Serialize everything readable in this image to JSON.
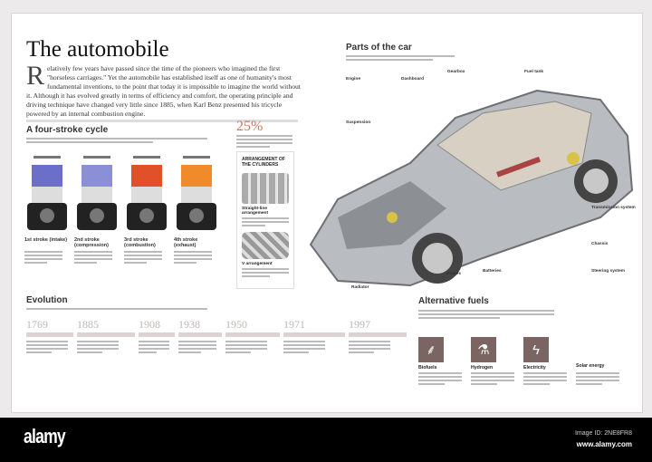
{
  "title": "The automobile",
  "intro": {
    "drop_cap": "R",
    "text": "elatively few years have passed since the time of the pioneers who imagined the first \"horseless carriages.\" Yet the automobile has established itself as one of humanity's most fundamental inventions, to the point that today it is impossible to imagine the world without it. Although it has evolved greatly in terms of efficiency and comfort, the operating principle and driving technique have changed very little since 1885, when Karl Benz presented his tricycle powered by an internal combustion engine."
  },
  "four_stroke": {
    "heading": "A four-stroke cycle",
    "strokes": [
      {
        "label": "1st stroke (intake)",
        "chamber_color": "#6b6fc9"
      },
      {
        "label": "2nd stroke (compression)",
        "chamber_color": "#8a8fd6"
      },
      {
        "label": "3rd stroke (combustion)",
        "chamber_color": "#e2502a"
      },
      {
        "label": "4th stroke (exhaust)",
        "chamber_color": "#f08a2a"
      }
    ]
  },
  "efficiency": {
    "value": "25%"
  },
  "arrangement": {
    "heading": "ARRANGEMENT OF THE CYLINDERS",
    "straight": "Straight-line arrangement",
    "v": "V arrangement"
  },
  "parts": {
    "heading": "Parts of the car",
    "labels": [
      "Engine",
      "Dashboard",
      "Gearbox",
      "Fuel tank",
      "Suspension",
      "Transmission system",
      "Chassis",
      "Steering system",
      "Batteries",
      "Brakes",
      "Radiator"
    ]
  },
  "evolution": {
    "heading": "Evolution",
    "years": [
      "1769",
      "1885",
      "1908",
      "1938",
      "1950",
      "1971",
      "1997"
    ]
  },
  "alt_fuels": {
    "heading": "Alternative fuels",
    "items": [
      {
        "label": "Biofuels",
        "icon": "leaf-icon"
      },
      {
        "label": "Hydrogen",
        "icon": "hydrogen-icon"
      },
      {
        "label": "Electricity",
        "icon": "lightning-icon"
      },
      {
        "label": "Solar energy",
        "icon": ""
      }
    ]
  },
  "footer": {
    "logo": "alamy",
    "image_id": "Image ID: 2NE8FR8",
    "url": "www.alamy.com"
  },
  "colors": {
    "accent": "#c97a66",
    "icon_bg": "#7a6562",
    "footer_bg": "#000000"
  }
}
